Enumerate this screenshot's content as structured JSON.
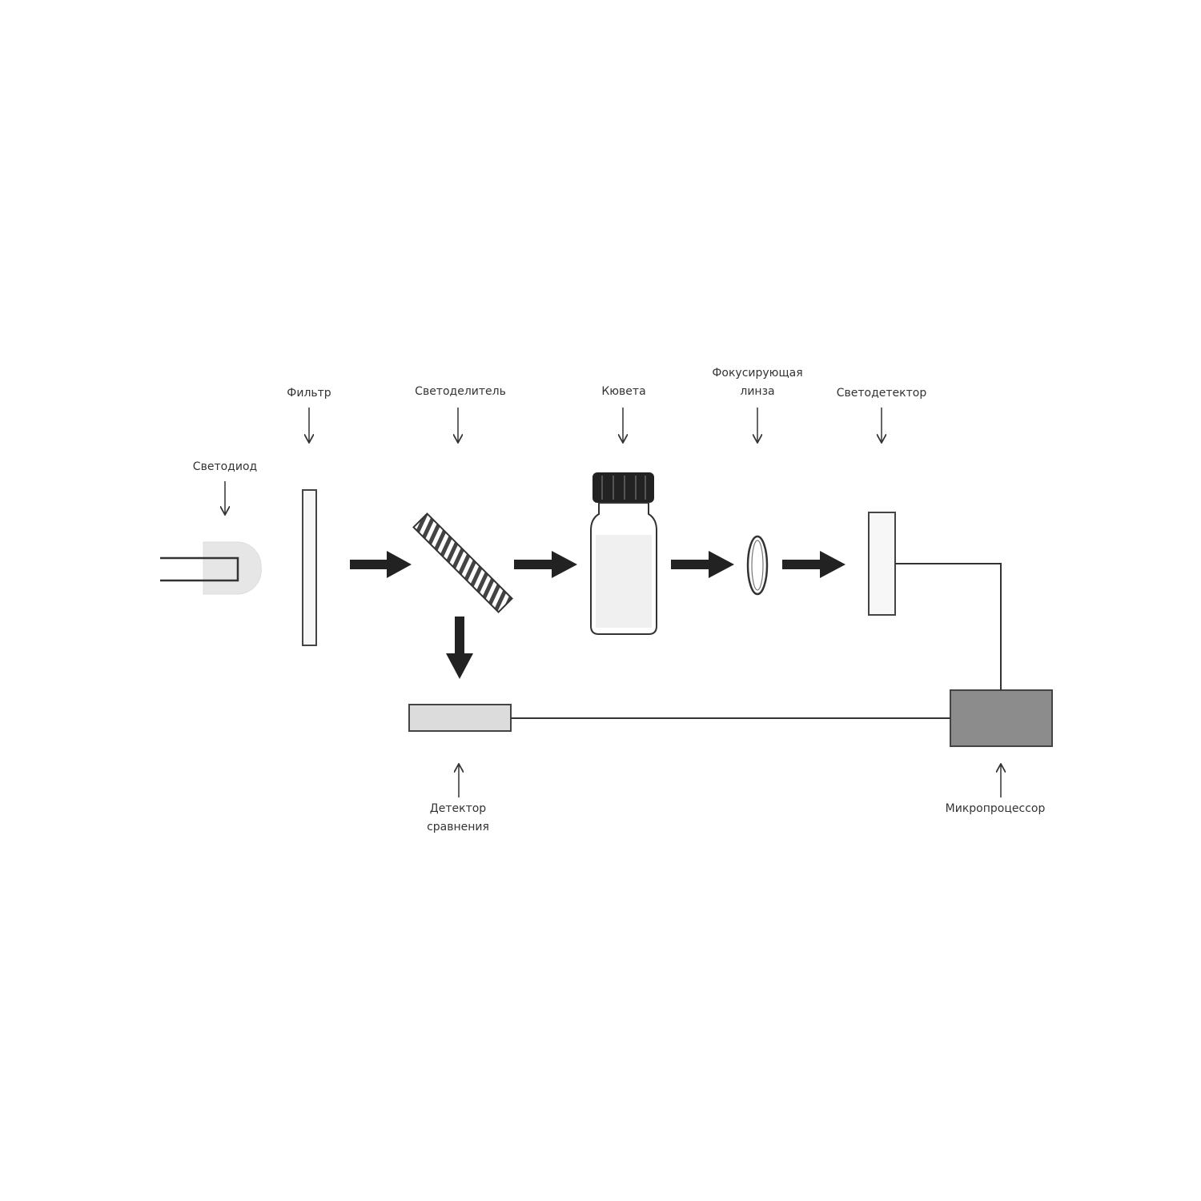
{
  "labels": {
    "led": "Светодиод",
    "filter": "Фильтр",
    "beam_splitter": "Светоделитель",
    "cuvette": "Кювета",
    "focusing_lens_line1": "Фокусирующая",
    "focusing_lens_line2": "линза",
    "photodetector": "Светодетектор",
    "reference_detector_line1": "Детектор",
    "reference_detector_line2": "сравнения",
    "microprocessor": "Микропроцессор"
  },
  "colors": {
    "stroke": "#333333",
    "arrow": "#222222",
    "led_body": "#e6e6e6",
    "cap": "#222222",
    "reference_detector": "#dcdcdc",
    "microprocessor": "#8c8c8c"
  }
}
